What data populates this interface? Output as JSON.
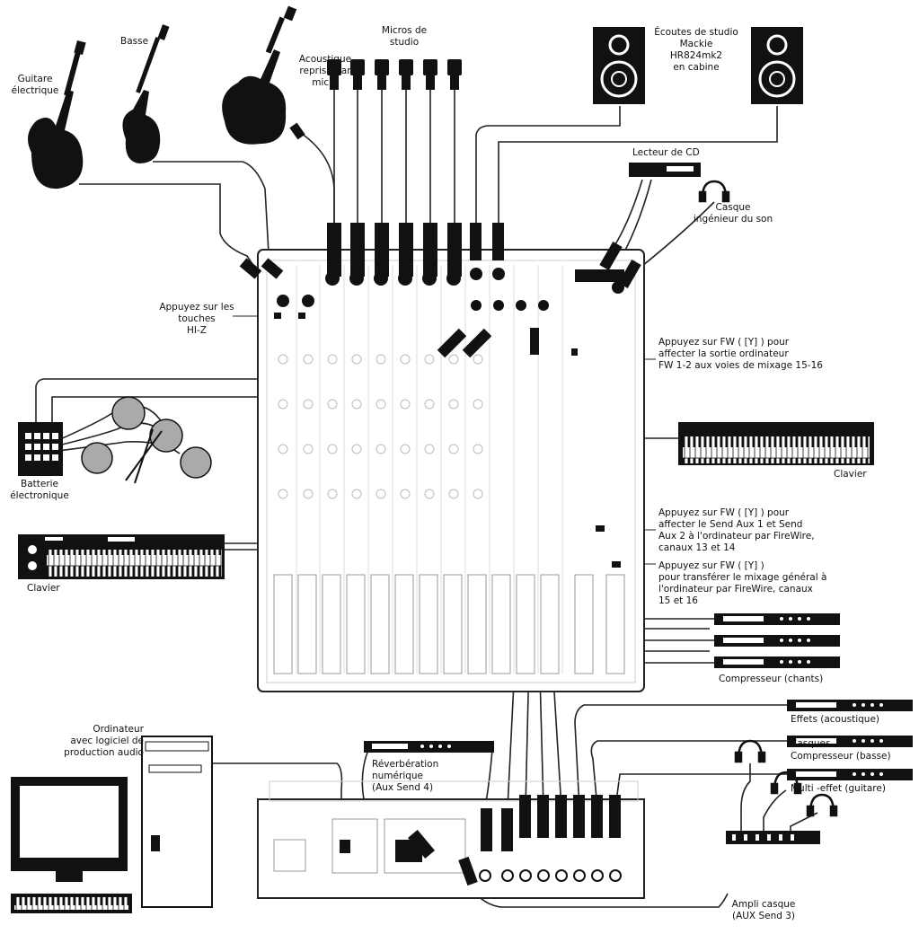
{
  "labels": {
    "guitare": "Guitare\nélectrique",
    "basse": "Basse",
    "acoustique": "Acoustique\nreprise par\nmicro",
    "micros": "Micros de\nstudio",
    "ecoutes": "Écoutes de studio\nMackie\nHR824mk2\nen cabine",
    "lecteur_cd": "Lecteur de CD",
    "casque_ing": "Casque\ningénieur du son",
    "hiz": "Appuyez sur les\ntouches\nHI-Z",
    "fw1": "Appuyez sur FW  ( [Y] ) pour\naffecter la sortie ordinateur\nFW 1-2 aux voies de mixage 15-16",
    "batterie": "Batterie\nélectronique",
    "clavier_right": "Clavier",
    "fw2": "Appuyez sur FW  ( [Y] ) pour\naffecter le Send Aux 1 et Send\nAux 2 à l'ordinateur par FireWire,\ncanaux 13 et 14",
    "fw3": "Appuyez  sur FW  ( [Y] )\npour transférer le mixage général  à\nl'ordinateur par FireWire, canaux\n15 et 16",
    "clavier_left": "Clavier",
    "compresseur_chants": "Compresseur (chants)",
    "effets": "Effets (acoustique)",
    "compresseur_basse": "Compresseur (basse)",
    "multi_effet": "Multi -effet (guitare)",
    "ordinateur": "Ordinateur\navec logiciel de\nproduction audio",
    "reverb": "Réverbération\nnumérique\n(Aux Send 4)",
    "casques": "Casques",
    "ampli_casque": "Ampli casque\n(AUX Send 3)"
  }
}
